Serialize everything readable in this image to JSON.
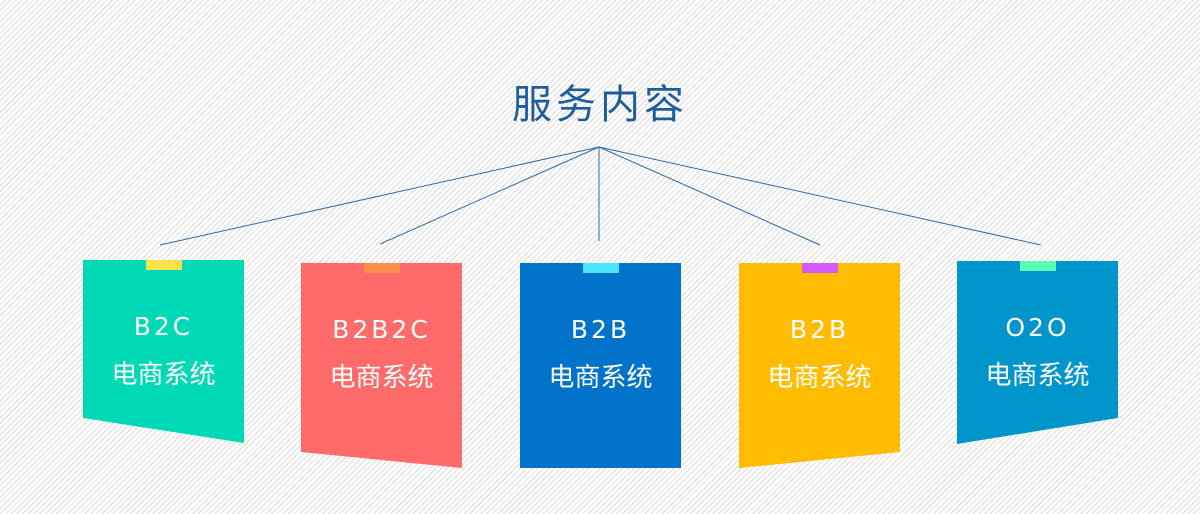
{
  "title": "服务内容",
  "cards": [
    {
      "line1": "B2C",
      "line2": "电商系统",
      "color": "#00d9b5",
      "tab": "#ffe14d"
    },
    {
      "line1": "B2B2C",
      "line2": "电商系统",
      "color": "#ff6b6b",
      "tab": "#ff8e4d"
    },
    {
      "line1": "B2B",
      "line2": "电商系统",
      "color": "#0072c9",
      "tab": "#4de4ff"
    },
    {
      "line1": "B2B",
      "line2": "电商系统",
      "color": "#ffbc00",
      "tab": "#d45bff"
    },
    {
      "line1": "O2O",
      "line2": "电商系统",
      "color": "#0096cc",
      "tab": "#5bffb0"
    }
  ]
}
